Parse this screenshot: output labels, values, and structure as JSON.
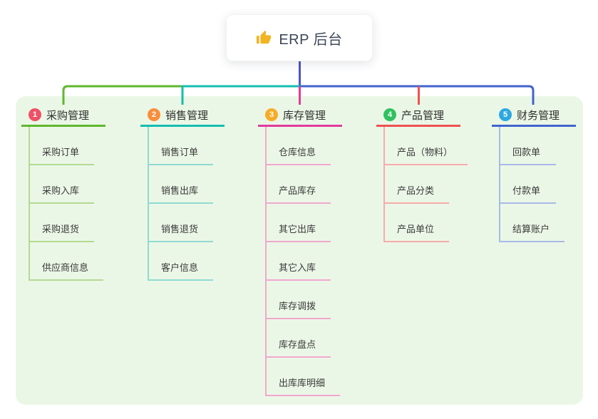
{
  "root": {
    "title": "ERP 后台",
    "icon": "thumbs-up-icon"
  },
  "colors": {
    "root_line": "#4d53c8",
    "panel_bg": "#ebf7e6",
    "card_bg": "#ffffff"
  },
  "branches": [
    {
      "num": "1",
      "label": "采购管理",
      "badge_color": "#ee5166",
      "line_color": "#5fb72e",
      "child_line_color": "#b3da94",
      "children": [
        "采购订单",
        "采购入库",
        "采购退货",
        "供应商信息"
      ]
    },
    {
      "num": "2",
      "label": "销售管理",
      "badge_color": "#f98e3d",
      "line_color": "#15bdb0",
      "child_line_color": "#8fdad2",
      "children": [
        "销售订单",
        "销售出库",
        "销售退货",
        "客户信息"
      ]
    },
    {
      "num": "3",
      "label": "库存管理",
      "badge_color": "#f7ac28",
      "line_color": "#e23a9d",
      "child_line_color": "#f2a7cf",
      "children": [
        "仓库信息",
        "产品库存",
        "其它出库",
        "其它入库",
        "库存调拨",
        "库存盘点",
        "出库库明细"
      ]
    },
    {
      "num": "4",
      "label": "产品管理",
      "badge_color": "#31c160",
      "line_color": "#f05152",
      "child_line_color": "#f6abab",
      "children": [
        "产品（物料）",
        "产品分类",
        "产品单位"
      ]
    },
    {
      "num": "5",
      "label": "财务管理",
      "badge_color": "#2ea7e0",
      "line_color": "#4164cf",
      "child_line_color": "#a8b9e8",
      "children": [
        "回款单",
        "付款单",
        "结算账户"
      ]
    }
  ]
}
